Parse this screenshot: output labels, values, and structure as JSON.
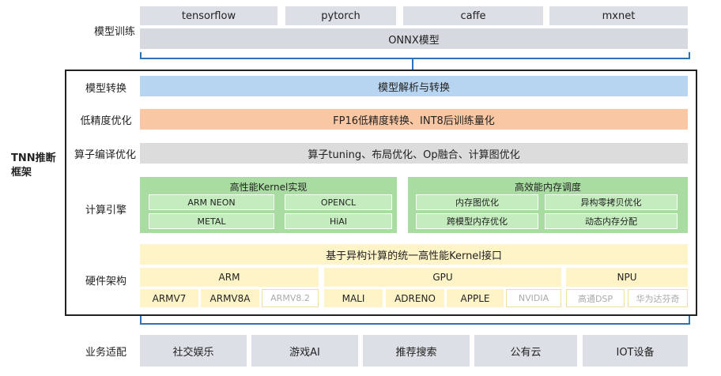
{
  "training": {
    "label": "模型训练",
    "frameworks": [
      "tensorflow",
      "pytorch",
      "caffe",
      "mxnet"
    ],
    "onnx": "ONNX模型"
  },
  "framework_title": [
    "TNN推断",
    "框架"
  ],
  "conversion": {
    "label": "模型转换",
    "text": "模型解析与转换"
  },
  "low_precision": {
    "label": "低精度优化",
    "text": "FP16低精度转换、INT8后训练量化"
  },
  "operator": {
    "label": "算子编译优化",
    "text": "算子tuning、布局优化、Op融合、计算图优化"
  },
  "engine": {
    "label": "计算引擎",
    "kernel": {
      "title": "高性能Kernel实现",
      "items": [
        "ARM NEON",
        "OPENCL",
        "METAL",
        "HiAI"
      ]
    },
    "memory": {
      "title": "高效能内存调度",
      "items": [
        "内存图优化",
        "异构零拷贝优化",
        "跨模型内存优化",
        "动态内存分配"
      ]
    }
  },
  "hardware": {
    "label": "硬件架构",
    "interface": "基于异构计算的统一高性能Kernel接口",
    "groups": [
      "ARM",
      "GPU",
      "NPU"
    ],
    "items": [
      "ARMV7",
      "ARMV8A",
      "ARMV8.2",
      "MALI",
      "ADRENO",
      "APPLE",
      "NVIDIA",
      "高通DSP",
      "华为达芬奇"
    ]
  },
  "business": {
    "label": "业务适配",
    "items": [
      "社交娱乐",
      "游戏AI",
      "推荐搜索",
      "公有云",
      "IOT设备"
    ]
  },
  "colors": {
    "blue": "#b7d5f0",
    "orange": "#f9c7a3",
    "green": "#a8dca1",
    "yellow": "#fff4c8",
    "brace": "#2e74b5"
  }
}
